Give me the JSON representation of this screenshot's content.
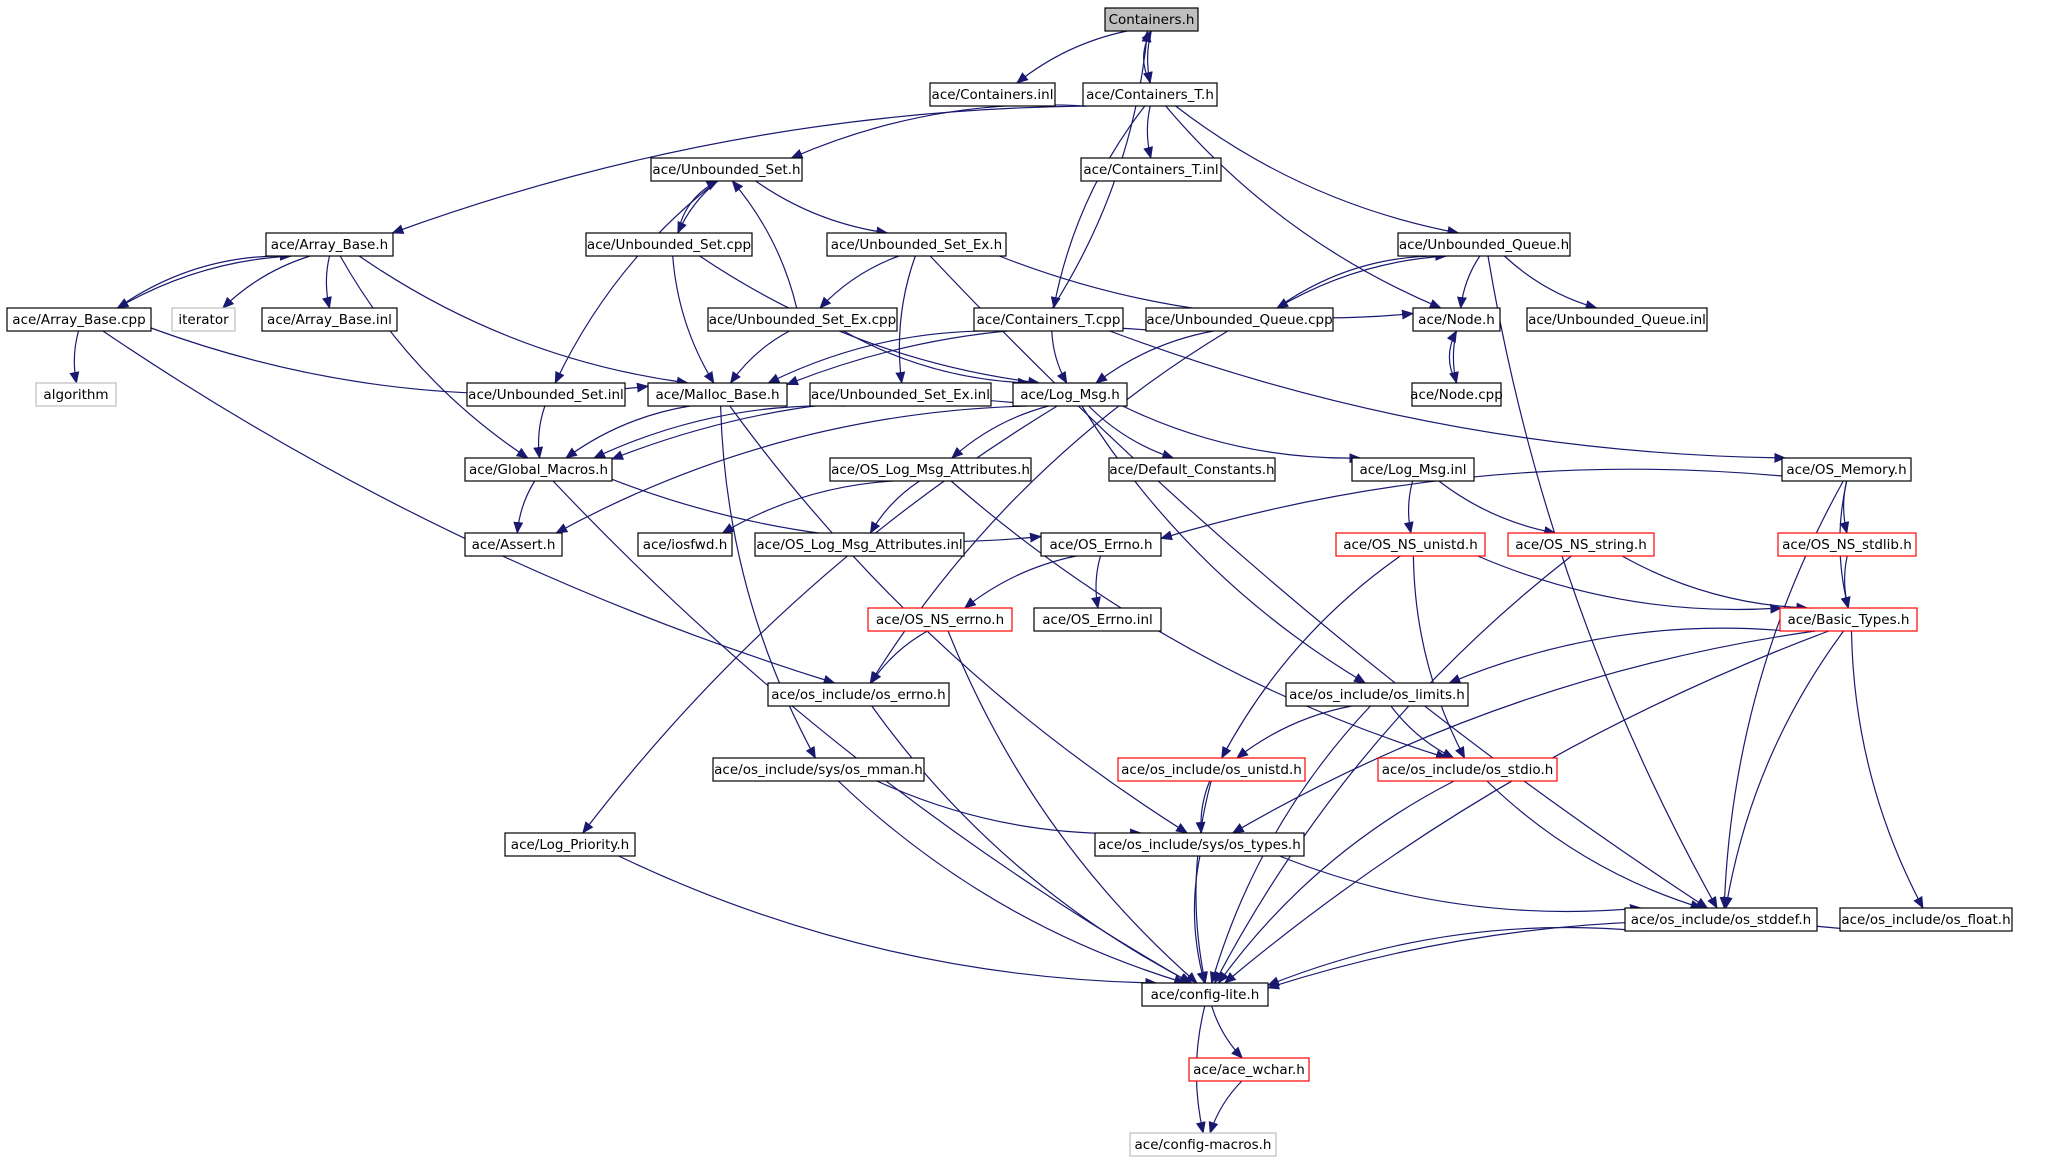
{
  "graph": {
    "nodes": [
      {
        "id": "containers_h",
        "label": "Containers.h",
        "style": "root"
      },
      {
        "id": "containers_inl",
        "label": "ace/Containers.inl",
        "style": "normal"
      },
      {
        "id": "containers_t_h",
        "label": "ace/Containers_T.h",
        "style": "normal"
      },
      {
        "id": "unbounded_set_h",
        "label": "ace/Unbounded_Set.h",
        "style": "normal"
      },
      {
        "id": "containers_t_inl",
        "label": "ace/Containers_T.inl",
        "style": "normal"
      },
      {
        "id": "array_base_h",
        "label": "ace/Array_Base.h",
        "style": "normal"
      },
      {
        "id": "unbounded_set_cpp",
        "label": "ace/Unbounded_Set.cpp",
        "style": "normal"
      },
      {
        "id": "unbounded_set_ex_h",
        "label": "ace/Unbounded_Set_Ex.h",
        "style": "normal"
      },
      {
        "id": "unbounded_queue_h",
        "label": "ace/Unbounded_Queue.h",
        "style": "normal"
      },
      {
        "id": "array_base_cpp",
        "label": "ace/Array_Base.cpp",
        "style": "normal"
      },
      {
        "id": "iterator",
        "label": "iterator",
        "style": "external"
      },
      {
        "id": "array_base_inl",
        "label": "ace/Array_Base.inl",
        "style": "normal"
      },
      {
        "id": "unbounded_set_ex_cpp",
        "label": "ace/Unbounded_Set_Ex.cpp",
        "style": "normal"
      },
      {
        "id": "containers_t_cpp",
        "label": "ace/Containers_T.cpp",
        "style": "normal"
      },
      {
        "id": "unbounded_queue_cpp",
        "label": "ace/Unbounded_Queue.cpp",
        "style": "normal"
      },
      {
        "id": "node_h",
        "label": "ace/Node.h",
        "style": "normal"
      },
      {
        "id": "unbounded_queue_inl",
        "label": "ace/Unbounded_Queue.inl",
        "style": "normal"
      },
      {
        "id": "algorithm",
        "label": "algorithm",
        "style": "external"
      },
      {
        "id": "unbounded_set_inl",
        "label": "ace/Unbounded_Set.inl",
        "style": "normal"
      },
      {
        "id": "malloc_base_h",
        "label": "ace/Malloc_Base.h",
        "style": "normal"
      },
      {
        "id": "unbounded_set_ex_inl",
        "label": "ace/Unbounded_Set_Ex.inl",
        "style": "normal"
      },
      {
        "id": "log_msg_h",
        "label": "ace/Log_Msg.h",
        "style": "normal"
      },
      {
        "id": "node_cpp",
        "label": "ace/Node.cpp",
        "style": "normal"
      },
      {
        "id": "global_macros_h",
        "label": "ace/Global_Macros.h",
        "style": "normal"
      },
      {
        "id": "os_log_msg_attributes_h",
        "label": "ace/OS_Log_Msg_Attributes.h",
        "style": "normal"
      },
      {
        "id": "default_constants_h",
        "label": "ace/Default_Constants.h",
        "style": "normal"
      },
      {
        "id": "log_msg_inl",
        "label": "ace/Log_Msg.inl",
        "style": "normal"
      },
      {
        "id": "os_memory_h",
        "label": "ace/OS_Memory.h",
        "style": "normal"
      },
      {
        "id": "assert_h",
        "label": "ace/Assert.h",
        "style": "normal"
      },
      {
        "id": "iosfwd_h",
        "label": "ace/iosfwd.h",
        "style": "normal"
      },
      {
        "id": "os_log_msg_attributes_inl",
        "label": "ace/OS_Log_Msg_Attributes.inl",
        "style": "normal"
      },
      {
        "id": "os_errno_h",
        "label": "ace/OS_Errno.h",
        "style": "normal"
      },
      {
        "id": "os_ns_unistd_h",
        "label": "ace/OS_NS_unistd.h",
        "style": "red"
      },
      {
        "id": "os_ns_string_h",
        "label": "ace/OS_NS_string.h",
        "style": "red"
      },
      {
        "id": "os_ns_stdlib_h",
        "label": "ace/OS_NS_stdlib.h",
        "style": "red"
      },
      {
        "id": "os_ns_errno_h",
        "label": "ace/OS_NS_errno.h",
        "style": "red"
      },
      {
        "id": "os_errno_inl",
        "label": "ace/OS_Errno.inl",
        "style": "normal"
      },
      {
        "id": "basic_types_h",
        "label": "ace/Basic_Types.h",
        "style": "red"
      },
      {
        "id": "os_include_os_errno_h",
        "label": "ace/os_include/os_errno.h",
        "style": "normal"
      },
      {
        "id": "os_include_os_limits_h",
        "label": "ace/os_include/os_limits.h",
        "style": "normal"
      },
      {
        "id": "os_include_sys_os_mman_h",
        "label": "ace/os_include/sys/os_mman.h",
        "style": "normal"
      },
      {
        "id": "os_include_os_unistd_h",
        "label": "ace/os_include/os_unistd.h",
        "style": "red"
      },
      {
        "id": "os_include_os_stdio_h",
        "label": "ace/os_include/os_stdio.h",
        "style": "red"
      },
      {
        "id": "log_priority_h",
        "label": "ace/Log_Priority.h",
        "style": "normal"
      },
      {
        "id": "os_include_sys_os_types_h",
        "label": "ace/os_include/sys/os_types.h",
        "style": "normal"
      },
      {
        "id": "os_include_os_stddef_h",
        "label": "ace/os_include/os_stddef.h",
        "style": "normal"
      },
      {
        "id": "os_include_os_float_h",
        "label": "ace/os_include/os_float.h",
        "style": "normal"
      },
      {
        "id": "config_lite_h",
        "label": "ace/config-lite.h",
        "style": "normal"
      },
      {
        "id": "ace_wchar_h",
        "label": "ace/ace_wchar.h",
        "style": "red"
      },
      {
        "id": "config_macros_h",
        "label": "ace/config-macros.h",
        "style": "external"
      }
    ],
    "edges": [
      [
        "containers_h",
        "containers_inl"
      ],
      [
        "containers_h",
        "containers_t_h"
      ],
      [
        "containers_t_h",
        "containers_h"
      ],
      [
        "containers_t_h",
        "unbounded_set_h"
      ],
      [
        "containers_t_h",
        "containers_t_inl"
      ],
      [
        "containers_t_h",
        "array_base_h"
      ],
      [
        "containers_t_h",
        "unbounded_queue_h"
      ],
      [
        "containers_t_h",
        "node_h"
      ],
      [
        "containers_t_h",
        "containers_t_cpp"
      ],
      [
        "containers_t_cpp",
        "containers_h"
      ],
      [
        "containers_t_cpp",
        "malloc_base_h"
      ],
      [
        "containers_t_cpp",
        "log_msg_h"
      ],
      [
        "containers_t_cpp",
        "os_memory_h"
      ],
      [
        "unbounded_set_h",
        "unbounded_set_cpp"
      ],
      [
        "unbounded_set_cpp",
        "unbounded_set_h"
      ],
      [
        "unbounded_set_h",
        "unbounded_set_ex_h"
      ],
      [
        "unbounded_set_h",
        "unbounded_set_inl"
      ],
      [
        "unbounded_set_cpp",
        "malloc_base_h"
      ],
      [
        "unbounded_set_cpp",
        "log_msg_h"
      ],
      [
        "unbounded_set_ex_h",
        "unbounded_set_ex_cpp"
      ],
      [
        "unbounded_set_ex_cpp",
        "unbounded_set_h"
      ],
      [
        "unbounded_set_ex_h",
        "unbounded_set_ex_inl"
      ],
      [
        "unbounded_set_ex_h",
        "node_h"
      ],
      [
        "unbounded_set_ex_h",
        "os_include_os_stddef_h"
      ],
      [
        "unbounded_set_ex_cpp",
        "malloc_base_h"
      ],
      [
        "unbounded_set_ex_cpp",
        "log_msg_h"
      ],
      [
        "unbounded_set_inl",
        "global_macros_h"
      ],
      [
        "unbounded_set_ex_inl",
        "global_macros_h"
      ],
      [
        "array_base_h",
        "array_base_cpp"
      ],
      [
        "array_base_cpp",
        "array_base_h"
      ],
      [
        "array_base_h",
        "iterator"
      ],
      [
        "array_base_h",
        "array_base_inl"
      ],
      [
        "array_base_h",
        "malloc_base_h"
      ],
      [
        "array_base_h",
        "global_macros_h"
      ],
      [
        "array_base_cpp",
        "algorithm"
      ],
      [
        "array_base_cpp",
        "malloc_base_h"
      ],
      [
        "array_base_cpp",
        "os_include_os_errno_h"
      ],
      [
        "unbounded_queue_h",
        "unbounded_queue_cpp"
      ],
      [
        "unbounded_queue_cpp",
        "unbounded_queue_h"
      ],
      [
        "unbounded_queue_h",
        "node_h"
      ],
      [
        "unbounded_queue_h",
        "unbounded_queue_inl"
      ],
      [
        "unbounded_queue_h",
        "os_include_os_stddef_h"
      ],
      [
        "unbounded_queue_cpp",
        "malloc_base_h"
      ],
      [
        "unbounded_queue_cpp",
        "log_msg_h"
      ],
      [
        "unbounded_queue_cpp",
        "os_include_os_errno_h"
      ],
      [
        "node_h",
        "node_cpp"
      ],
      [
        "node_cpp",
        "node_h"
      ],
      [
        "malloc_base_h",
        "global_macros_h"
      ],
      [
        "malloc_base_h",
        "os_include_sys_os_mman_h"
      ],
      [
        "malloc_base_h",
        "os_include_sys_os_types_h"
      ],
      [
        "log_msg_h",
        "global_macros_h"
      ],
      [
        "log_msg_h",
        "os_log_msg_attributes_h"
      ],
      [
        "log_msg_h",
        "default_constants_h"
      ],
      [
        "log_msg_h",
        "log_msg_inl"
      ],
      [
        "log_msg_h",
        "assert_h"
      ],
      [
        "log_msg_h",
        "log_priority_h"
      ],
      [
        "log_msg_h",
        "os_include_os_limits_h"
      ],
      [
        "global_macros_h",
        "assert_h"
      ],
      [
        "global_macros_h",
        "os_errno_h"
      ],
      [
        "global_macros_h",
        "config_lite_h"
      ],
      [
        "os_log_msg_attributes_h",
        "iosfwd_h"
      ],
      [
        "os_log_msg_attributes_h",
        "os_log_msg_attributes_inl"
      ],
      [
        "os_log_msg_attributes_h",
        "os_include_os_stdio_h"
      ],
      [
        "log_msg_inl",
        "os_ns_unistd_h"
      ],
      [
        "log_msg_inl",
        "os_ns_string_h"
      ],
      [
        "os_memory_h",
        "os_errno_h"
      ],
      [
        "os_memory_h",
        "os_ns_stdlib_h"
      ],
      [
        "os_memory_h",
        "basic_types_h"
      ],
      [
        "os_memory_h",
        "os_include_os_stddef_h"
      ],
      [
        "os_errno_h",
        "os_ns_errno_h"
      ],
      [
        "os_errno_h",
        "os_errno_inl"
      ],
      [
        "os_ns_errno_h",
        "os_include_os_errno_h"
      ],
      [
        "os_ns_errno_h",
        "config_lite_h"
      ],
      [
        "os_ns_unistd_h",
        "basic_types_h"
      ],
      [
        "os_ns_unistd_h",
        "os_include_os_unistd_h"
      ],
      [
        "os_ns_unistd_h",
        "os_include_os_stdio_h"
      ],
      [
        "os_ns_string_h",
        "basic_types_h"
      ],
      [
        "os_ns_string_h",
        "config_lite_h"
      ],
      [
        "os_ns_stdlib_h",
        "basic_types_h"
      ],
      [
        "basic_types_h",
        "os_include_os_limits_h"
      ],
      [
        "basic_types_h",
        "os_include_sys_os_types_h"
      ],
      [
        "basic_types_h",
        "os_include_os_stddef_h"
      ],
      [
        "basic_types_h",
        "os_include_os_float_h"
      ],
      [
        "basic_types_h",
        "config_lite_h"
      ],
      [
        "os_include_os_limits_h",
        "os_include_os_unistd_h"
      ],
      [
        "os_include_os_limits_h",
        "os_include_os_stdio_h"
      ],
      [
        "os_include_os_limits_h",
        "config_lite_h"
      ],
      [
        "os_include_sys_os_mman_h",
        "os_include_sys_os_types_h"
      ],
      [
        "os_include_sys_os_mman_h",
        "config_lite_h"
      ],
      [
        "os_include_os_unistd_h",
        "os_include_sys_os_types_h"
      ],
      [
        "os_include_os_unistd_h",
        "config_lite_h"
      ],
      [
        "os_include_os_stdio_h",
        "os_include_os_stddef_h"
      ],
      [
        "os_include_os_stdio_h",
        "config_lite_h"
      ],
      [
        "log_priority_h",
        "config_lite_h"
      ],
      [
        "os_include_sys_os_types_h",
        "os_include_os_stddef_h"
      ],
      [
        "os_include_sys_os_types_h",
        "config_lite_h"
      ],
      [
        "os_include_os_stddef_h",
        "config_lite_h"
      ],
      [
        "os_include_os_float_h",
        "config_lite_h"
      ],
      [
        "os_include_os_errno_h",
        "config_lite_h"
      ],
      [
        "config_lite_h",
        "ace_wchar_h"
      ],
      [
        "config_lite_h",
        "config_macros_h"
      ],
      [
        "ace_wchar_h",
        "config_macros_h"
      ]
    ]
  },
  "colors": {
    "edge": "#191970",
    "normal_border": "#000000",
    "red_border": "#ff0000",
    "external_border": "#bfbfbf",
    "root_fill": "#bfbfbf",
    "node_fill": "#ffffff"
  }
}
